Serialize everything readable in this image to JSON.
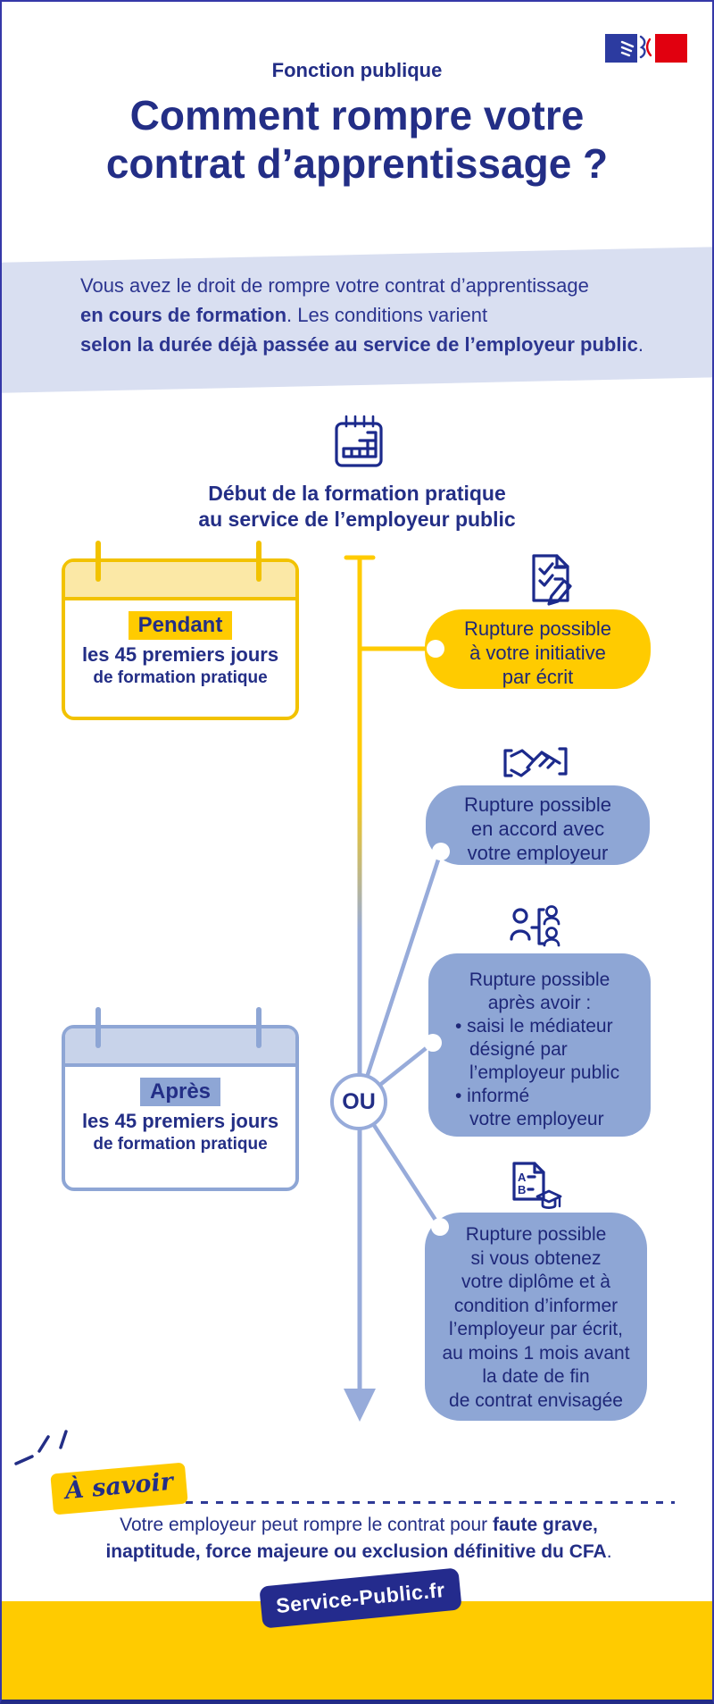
{
  "colors": {
    "navy": "#232e86",
    "yellow": "#ffcb00",
    "gold_border": "#f2c200",
    "light_yellow": "#fbe8a6",
    "periwinkle": "#8ea6d5",
    "light_periwinkle": "#c8d3ea",
    "intro_background": "#d9dff1",
    "flag_blue": "#2c3ba0",
    "flag_red": "#e1000f"
  },
  "header": {
    "kicker": "Fonction publique",
    "title_lines": [
      "Comment rompre votre",
      "contrat d’apprentissage ?"
    ]
  },
  "intro": {
    "line1": "Vous avez le droit de rompre votre contrat d’apprentissage",
    "line2_bold": "en cours de formation",
    "line2_rest": ". Les conditions varient",
    "line3_bold": "selon la durée déjà passée au service de l’employeur public",
    "line3_rest": "."
  },
  "timeline": {
    "start_line1": "Début de la formation pratique",
    "start_line2": "au service de l’employeur public",
    "or_label": "OU"
  },
  "cards": {
    "pendant": {
      "tag": "Pendant",
      "line1": "les 45 premiers jours",
      "line2": "de formation pratique"
    },
    "apres": {
      "tag": "Après",
      "line1": "les 45 premiers jours",
      "line2": "de formation pratique"
    }
  },
  "bubbles": [
    {
      "icon": "document-checklist-pencil",
      "lines": [
        "Rupture possible",
        "à votre initiative",
        "par écrit"
      ]
    },
    {
      "icon": "handshake",
      "lines": [
        "Rupture possible",
        "en accord avec",
        "votre employeur"
      ]
    },
    {
      "icon": "mediator-people",
      "lines": [
        "Rupture possible",
        "après avoir :",
        "• saisi le médiateur",
        "désigné par",
        "l’employeur public",
        "• informé",
        "votre employeur"
      ]
    },
    {
      "icon": "diploma-graduation",
      "lines": [
        "Rupture possible",
        "si vous obtenez",
        "votre diplôme et à",
        "condition d’informer",
        "l’employeur par écrit,",
        "au moins 1 mois avant",
        "la date de fin",
        "de contrat envisagée"
      ]
    }
  ],
  "callout": {
    "label": "À savoir"
  },
  "note": {
    "lead": "Votre employeur peut rompre le contrat pour ",
    "bold1": "faute grave,",
    "bold2": "inaptitude, force majeure ou exclusion définitive du CFA",
    "tail": "."
  },
  "footer": {
    "logo": "Service-Public.fr"
  }
}
